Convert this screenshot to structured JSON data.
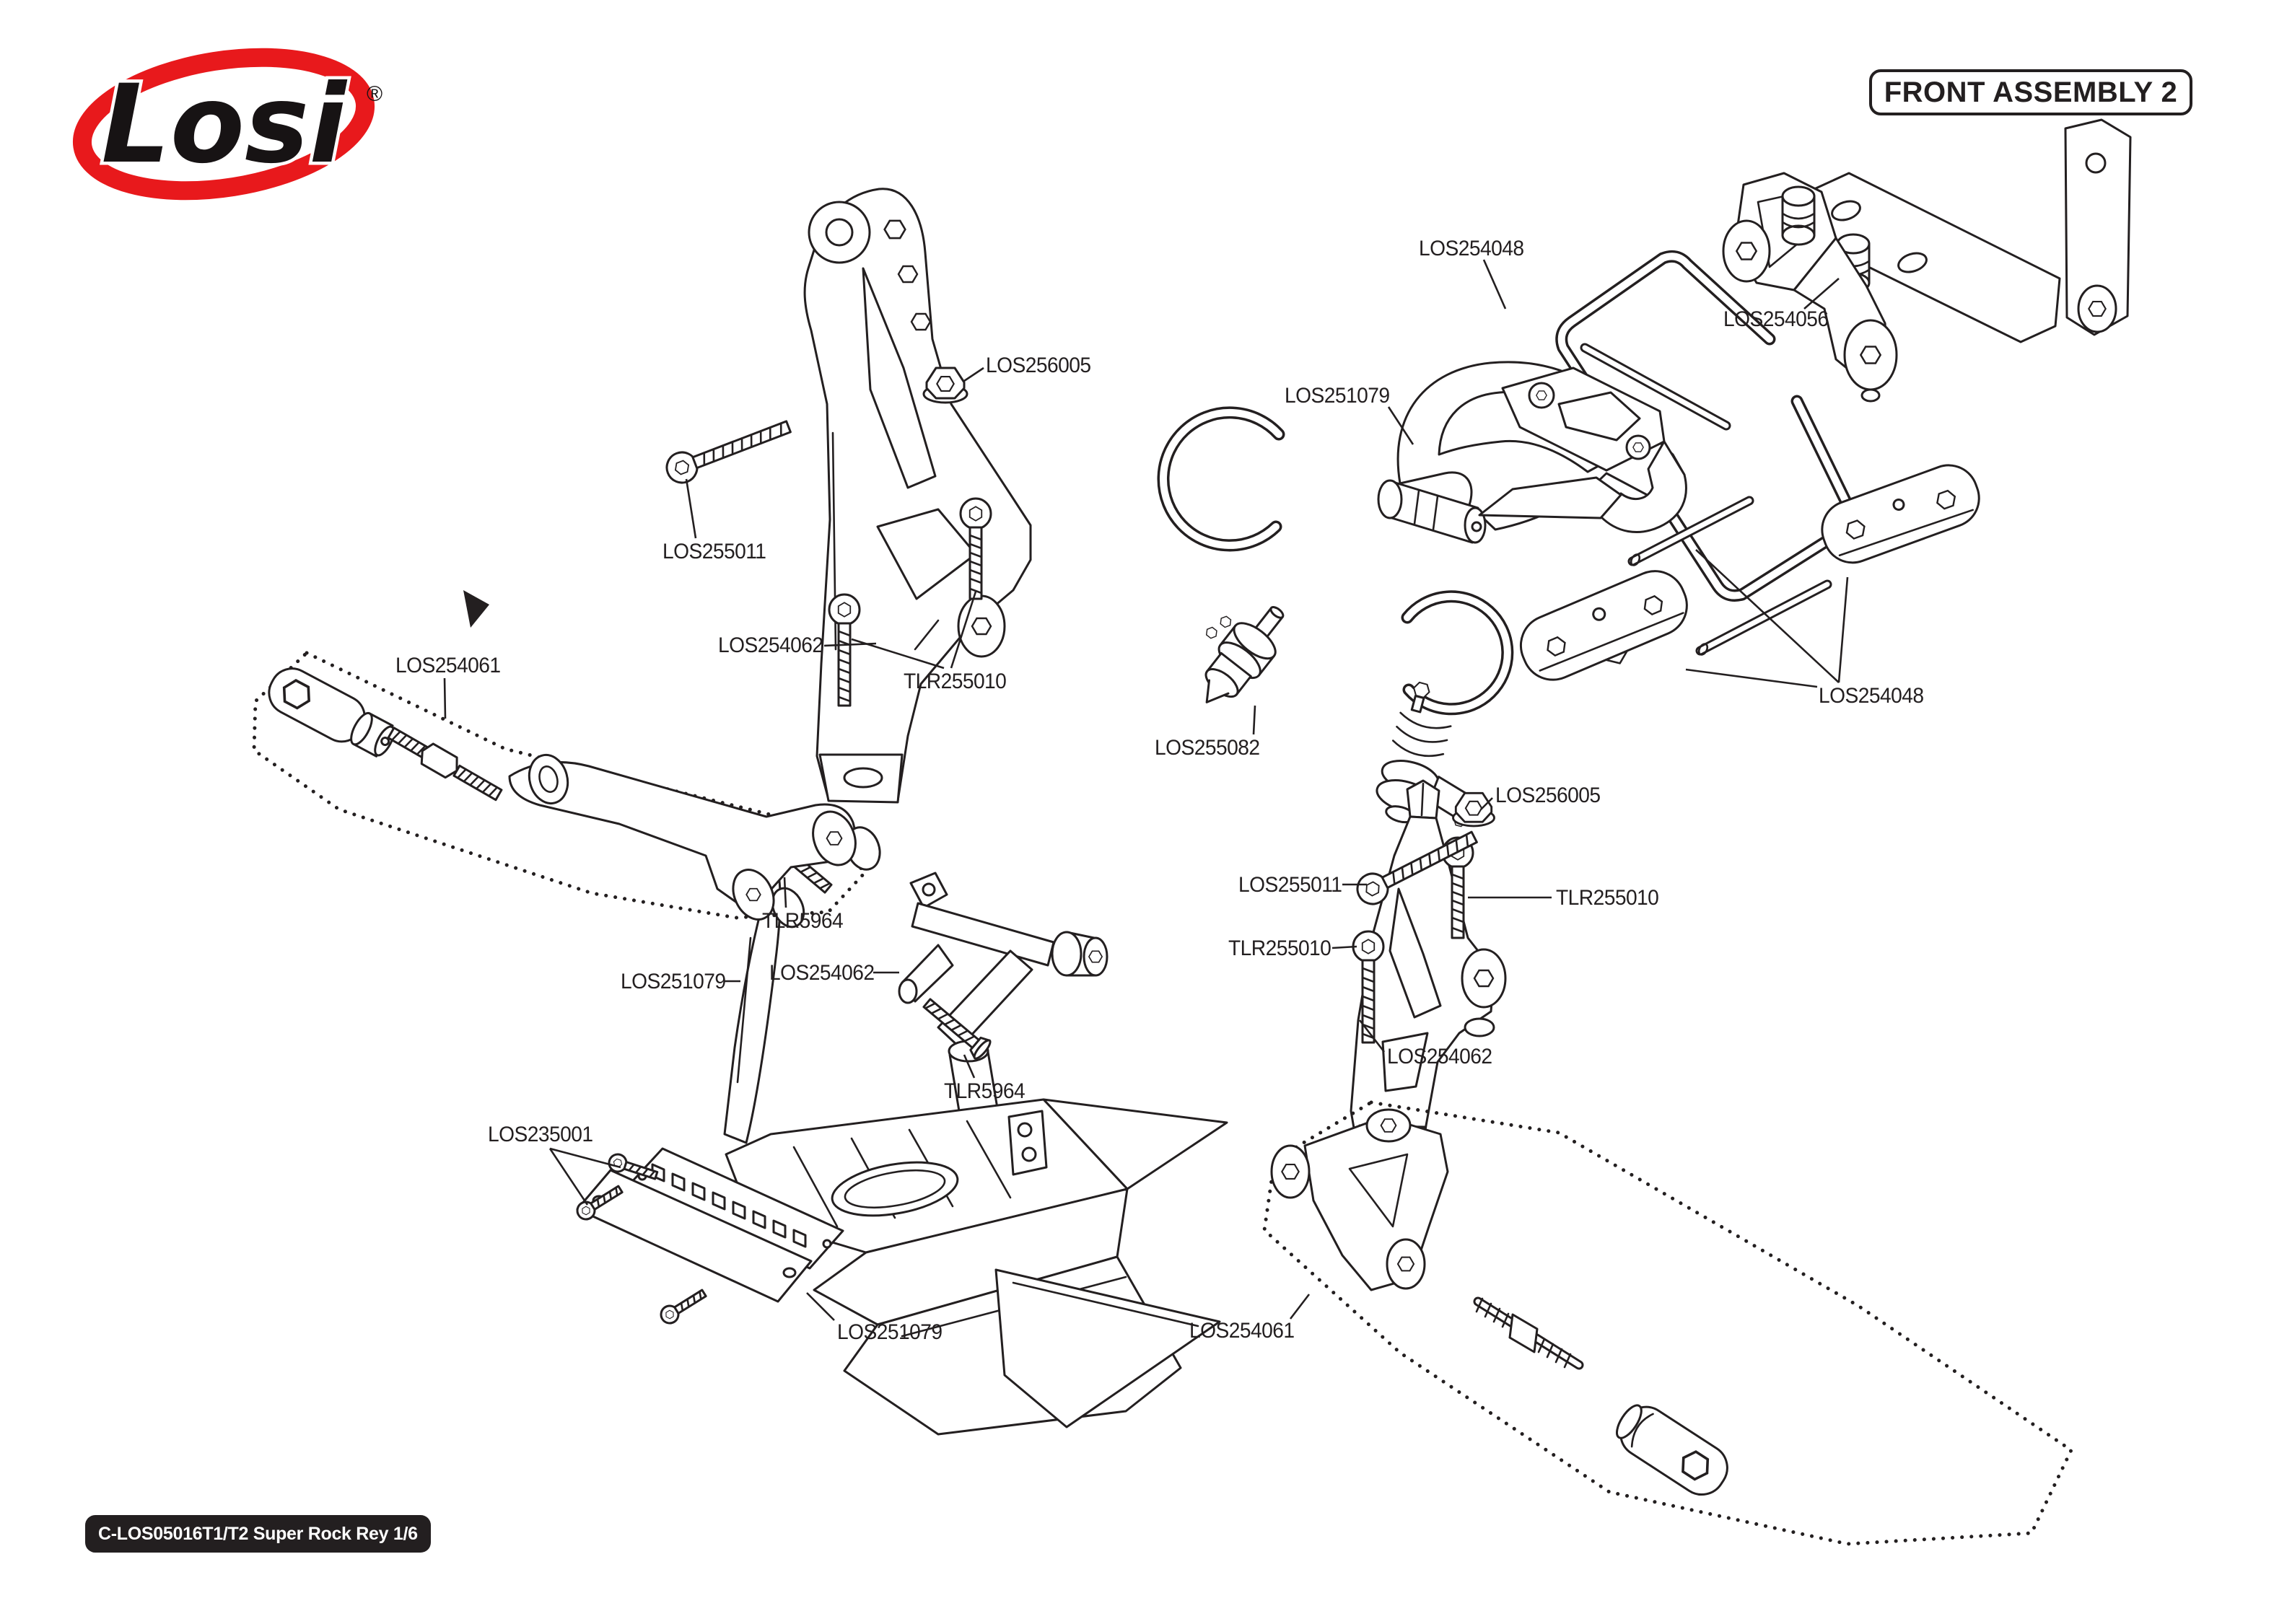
{
  "header": {
    "logo": {
      "brand": "Losi",
      "registered_mark": "®"
    },
    "title": "FRONT ASSEMBLY 2"
  },
  "footer": {
    "badge_text": "C-LOS05016T1/T2 Super Rock Rey 1/6"
  },
  "colors": {
    "line": "#231f20",
    "logo_red": "#e8191c",
    "badge_bg": "#231f20",
    "background": "#ffffff"
  },
  "diagram": {
    "labels": [
      {
        "part": "LOS256005"
      },
      {
        "part": "LOS255011"
      },
      {
        "part": "LOS254062"
      },
      {
        "part": "TLR255010"
      },
      {
        "part": "LOS254048"
      },
      {
        "part": "LOS254056"
      },
      {
        "part": "LOS251079"
      },
      {
        "part": "LOS254048"
      },
      {
        "part": "LOS255082"
      },
      {
        "part": "LOS256005"
      },
      {
        "part": "LOS255011"
      },
      {
        "part": "TLR255010"
      },
      {
        "part": "TLR255010"
      },
      {
        "part": "LOS254062"
      },
      {
        "part": "TLR5964"
      },
      {
        "part": "LOS251079"
      },
      {
        "part": "LOS254062"
      },
      {
        "part": "TLR5964"
      },
      {
        "part": "LOS235001"
      },
      {
        "part": "LOS251079"
      },
      {
        "part": "LOS254061"
      },
      {
        "part": "LOS254061"
      }
    ]
  }
}
